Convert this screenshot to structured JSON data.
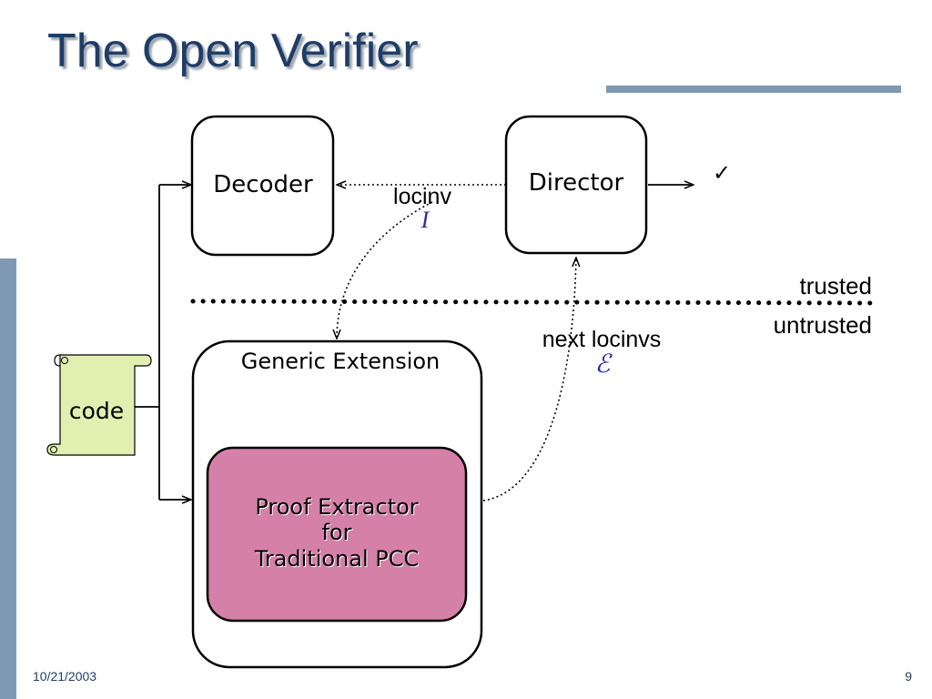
{
  "slide": {
    "title": "The Open Verifier",
    "date": "10/21/2003",
    "page_number": "9"
  },
  "diagram": {
    "nodes": {
      "decoder": "Decoder",
      "director": "Director",
      "generic_extension": "Generic Extension",
      "proof_extractor": [
        "Proof Extractor",
        "for",
        "Traditional PCC"
      ],
      "code": "code"
    },
    "edge_labels": {
      "locinv": "locinv",
      "locinv_symbol": "I",
      "next_locinvs": "next locinvs",
      "next_locinvs_symbol": "ℰ",
      "checkmark": "✓"
    },
    "boundary": {
      "trusted": "trusted",
      "untrusted": "untrusted"
    },
    "colors": {
      "title": "#1f3d66",
      "accent_bar": "#7f99b3",
      "proof_extractor_fill": "#d580a8",
      "code_scroll_fill": "#e1efb0",
      "symbol_color": "#2a2f9c"
    }
  }
}
